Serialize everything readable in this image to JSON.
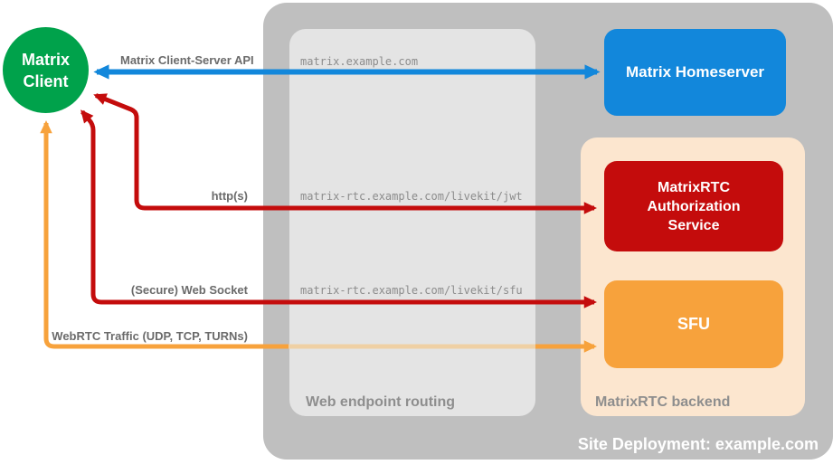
{
  "title": "MatrixRTC site deployment diagram",
  "canvas": {
    "background": "#FFFFFF"
  },
  "client": {
    "label": "Matrix\nClient",
    "color": "#00A24B"
  },
  "deployment": {
    "label": "Site Deployment: example.com",
    "color": "#BFBFBF",
    "homeserver": {
      "label": "Matrix Homeserver",
      "color": "#1287DB"
    }
  },
  "routing": {
    "label": "Web endpoint routing",
    "color": "#E4E4E4",
    "endpoints": [
      "matrix.example.com",
      "matrix-rtc.example.com/livekit/jwt",
      "matrix-rtc.example.com/livekit/sfu"
    ]
  },
  "backend": {
    "label": "MatrixRTC backend",
    "color": "#FCE6CF",
    "auth": {
      "label": "MatrixRTC\nAuthorization\nService",
      "color": "#C40C0C"
    },
    "sfu": {
      "label": "SFU",
      "color": "#F7A23C"
    }
  },
  "connections": {
    "client_server_api": {
      "label": "Matrix Client-Server API",
      "color": "#1287DB",
      "bidirectional": true
    },
    "https": {
      "label": "http(s)",
      "color": "#C40C0C",
      "bidirectional": true
    },
    "websocket": {
      "label": "(Secure) Web Socket",
      "color": "#C40C0C",
      "bidirectional": true
    },
    "webrtc": {
      "label": "WebRTC Traffic (UDP, TCP, TURNs)",
      "color": "#F7A23C",
      "bidirectional": true,
      "bypasses_routing": true
    }
  }
}
